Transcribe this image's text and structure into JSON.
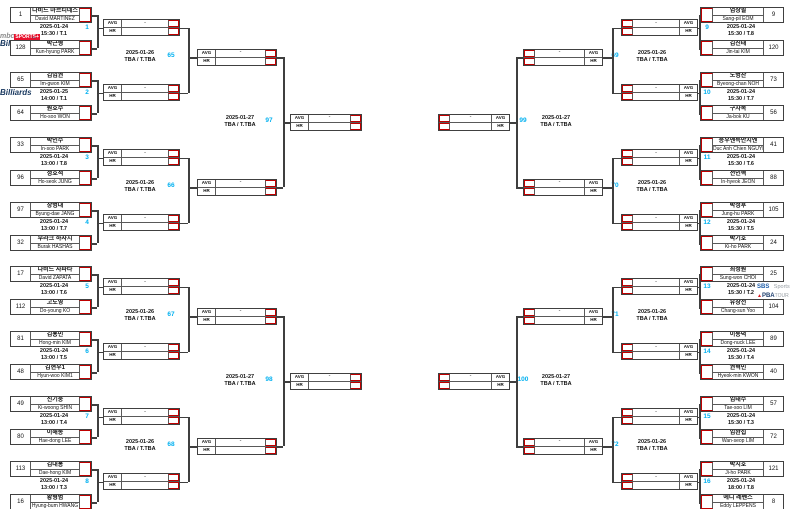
{
  "labels": {
    "avg": "AVG",
    "hr": "HR"
  },
  "colors": {
    "accent_red": "#C00000",
    "match_number_blue": "#00B0F0",
    "border_dark": "#404040",
    "mbc_red": "#E8112D",
    "billiards_navy": "#17375E",
    "sbs_blue": "#1D5DA8",
    "pba_red": "#D71920",
    "pba_navy": "#1B3C6D"
  },
  "logos": {
    "mbc": "mbc",
    "mbc_sports": "SPORTS+",
    "billiards": "Billiards",
    "tm": "TM",
    "sbs": "SBS",
    "sbs_sports": "Sports",
    "pba_mark": "▲",
    "pba": "PBA",
    "pba_tour": "TOUR"
  },
  "rounds": {
    "r1": [
      {
        "num": "1",
        "date": "2025-01-24",
        "time": "15:30 / T.1",
        "avg": "-",
        "hr": "",
        "p1": {
          "seed": "1",
          "kr": "다비드 마르티네스",
          "en": "David MARTINEZ"
        },
        "p2": {
          "seed": "128",
          "kr": "박근형",
          "en": "Kun-hyung PARK"
        }
      },
      {
        "num": "2",
        "date": "2025-01-25",
        "time": "14:00 / T.1",
        "avg": "-",
        "hr": "",
        "p1": {
          "seed": "65",
          "kr": "김임권",
          "en": "Im-gwon KIM"
        },
        "p2": {
          "seed": "64",
          "kr": "원호수",
          "en": "Ho-soo WON"
        }
      },
      {
        "num": "3",
        "date": "2025-01-24",
        "time": "13:00 / T.8",
        "avg": "-",
        "hr": "",
        "p1": {
          "seed": "33",
          "kr": "박인수",
          "en": "In-soo PARK"
        },
        "p2": {
          "seed": "96",
          "kr": "정호석",
          "en": "Ho-seok JUNG"
        }
      },
      {
        "num": "4",
        "date": "2025-01-24",
        "time": "13:00 / T.7",
        "avg": "-",
        "hr": "",
        "p1": {
          "seed": "97",
          "kr": "장병대",
          "en": "Byung-dae JANG"
        },
        "p2": {
          "seed": "32",
          "kr": "부라크 하사시",
          "en": "Burak HASHAS"
        }
      },
      {
        "num": "5",
        "date": "2025-01-24",
        "time": "13:00 / T.6",
        "avg": "-",
        "hr": "",
        "p1": {
          "seed": "17",
          "kr": "다비드 사파타",
          "en": "David ZAPATA"
        },
        "p2": {
          "seed": "112",
          "kr": "고도영",
          "en": "Do-young KO"
        }
      },
      {
        "num": "6",
        "date": "2025-01-24",
        "time": "13:00 / T.5",
        "avg": "-",
        "hr": "",
        "p1": {
          "seed": "81",
          "kr": "김홍민",
          "en": "Hong-min KIM"
        },
        "p2": {
          "seed": "48",
          "kr": "김현우1",
          "en": "Hyun-woo KIM1"
        }
      },
      {
        "num": "7",
        "date": "2025-01-24",
        "time": "13:00 / T.4",
        "avg": "-",
        "hr": "",
        "p1": {
          "seed": "49",
          "kr": "신기웅",
          "en": "Ki-woong SHIN"
        },
        "p2": {
          "seed": "80",
          "kr": "이해동",
          "en": "Hae-dong LEE"
        }
      },
      {
        "num": "8",
        "date": "2025-01-24",
        "time": "13:00 / T.3",
        "avg": "-",
        "hr": "",
        "p1": {
          "seed": "113",
          "kr": "김대홍",
          "en": "Dae-hong KIM"
        },
        "p2": {
          "seed": "16",
          "kr": "황형범",
          "en": "Hyung-bum HWANG"
        }
      },
      {
        "num": "9",
        "date": "2025-01-24",
        "time": "15:30 / T.8",
        "avg": "-",
        "hr": "",
        "p1": {
          "seed": "9",
          "kr": "엄상필",
          "en": "Sang-pil EOM"
        },
        "p2": {
          "seed": "120",
          "kr": "김진태",
          "en": "Jin-tai KIM"
        }
      },
      {
        "num": "10",
        "date": "2025-01-24",
        "time": "15:30 / T.7",
        "avg": "-",
        "hr": "",
        "p1": {
          "seed": "73",
          "kr": "노병찬",
          "en": "Byeong-chan NOH"
        },
        "p2": {
          "seed": "56",
          "kr": "구자복",
          "en": "Ja-bok KU"
        }
      },
      {
        "num": "11",
        "date": "2025-01-24",
        "time": "15:30 / T.6",
        "avg": "-",
        "hr": "",
        "p1": {
          "seed": "41",
          "kr": "응우옌득안치엔",
          "en": "Duc Anh Chien NGUYEN"
        },
        "p2": {
          "seed": "88",
          "kr": "전인혁",
          "en": "In-hyeok JEON"
        }
      },
      {
        "num": "12",
        "date": "2025-01-24",
        "time": "15:30 / T.5",
        "avg": "-",
        "hr": "",
        "p1": {
          "seed": "105",
          "kr": "박정후",
          "en": "Jung-hu PARK"
        },
        "p2": {
          "seed": "24",
          "kr": "박기호",
          "en": "Ki-ho PARK"
        }
      },
      {
        "num": "13",
        "date": "2025-01-24",
        "time": "15:30 / T.2",
        "avg": "-",
        "hr": "",
        "p1": {
          "seed": "25",
          "kr": "최성원",
          "en": "Sung-won CHOI"
        },
        "p2": {
          "seed": "104",
          "kr": "유창선",
          "en": "Chang-sun Yoo"
        }
      },
      {
        "num": "14",
        "date": "2025-01-24",
        "time": "15:30 / T.4",
        "avg": "-",
        "hr": "",
        "p1": {
          "seed": "89",
          "kr": "이동녁",
          "en": "Dong-nuck LEE"
        },
        "p2": {
          "seed": "40",
          "kr": "권혁민",
          "en": "Hyeok-min KWON"
        }
      },
      {
        "num": "15",
        "date": "2025-01-24",
        "time": "15:30 / T.3",
        "avg": "-",
        "hr": "",
        "p1": {
          "seed": "57",
          "kr": "임태수",
          "en": "Tae-soo LIM"
        },
        "p2": {
          "seed": "72",
          "kr": "임완섭",
          "en": "Wan-seop LIM"
        }
      },
      {
        "num": "16",
        "date": "2025-01-24",
        "time": "18:00 / T.8",
        "avg": "-",
        "hr": "",
        "p1": {
          "seed": "121",
          "kr": "박지호",
          "en": "Ji-ho PARK"
        },
        "p2": {
          "seed": "8",
          "kr": "에디 레펜스",
          "en": "Eddy LEPPENS"
        }
      }
    ],
    "r2": [
      {
        "num": "65",
        "date": "2025-01-26",
        "time": "TBA / T.TBA",
        "avg": "-",
        "hr": ""
      },
      {
        "num": "66",
        "date": "2025-01-26",
        "time": "TBA / T.TBA",
        "avg": "-",
        "hr": ""
      },
      {
        "num": "67",
        "date": "2025-01-26",
        "time": "TBA / T.TBA",
        "avg": "-",
        "hr": ""
      },
      {
        "num": "68",
        "date": "2025-01-26",
        "time": "TBA / T.TBA",
        "avg": "-",
        "hr": ""
      },
      {
        "num": "69",
        "date": "2025-01-26",
        "time": "TBA / T.TBA",
        "avg": "-",
        "hr": ""
      },
      {
        "num": "70",
        "date": "2025-01-26",
        "time": "TBA / T.TBA",
        "avg": "-",
        "hr": ""
      },
      {
        "num": "71",
        "date": "2025-01-26",
        "time": "TBA / T.TBA",
        "avg": "-",
        "hr": ""
      },
      {
        "num": "72",
        "date": "2025-01-26",
        "time": "TBA / T.TBA",
        "avg": "-",
        "hr": ""
      }
    ],
    "r3": [
      {
        "num": "97",
        "date": "2025-01-27",
        "time": "TBA / T.TBA",
        "avg": "-",
        "hr": ""
      },
      {
        "num": "98",
        "date": "2025-01-27",
        "time": "TBA / T.TBA",
        "avg": "-",
        "hr": ""
      },
      {
        "num": "99",
        "date": "2025-01-27",
        "time": "TBA / T.TBA",
        "avg": "-",
        "hr": ""
      },
      {
        "num": "100",
        "date": "2025-01-27",
        "time": "TBA / T.TBA",
        "avg": "-",
        "hr": ""
      }
    ]
  }
}
